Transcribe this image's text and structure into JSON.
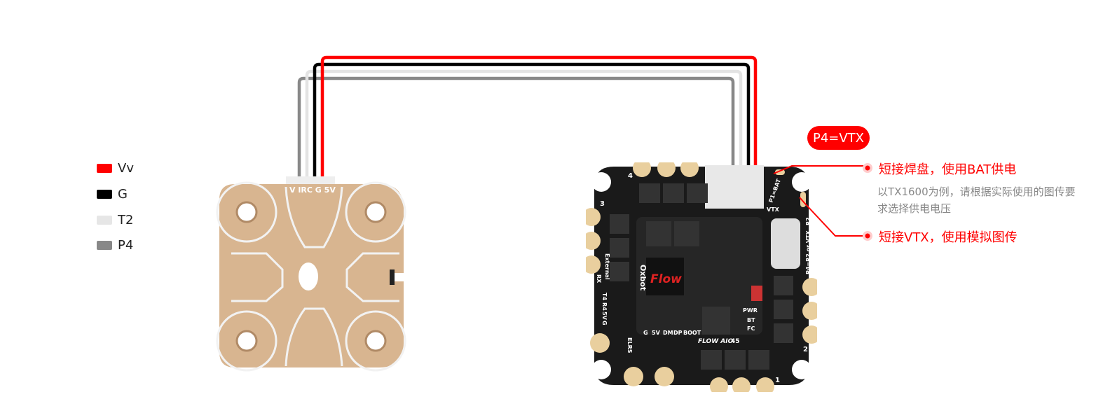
{
  "legend": [
    {
      "label": "Vv",
      "color": "#ff0000"
    },
    {
      "label": "G",
      "color": "#000000"
    },
    {
      "label": "T2",
      "color": "#e6e6e6"
    },
    {
      "label": "P4",
      "color": "#888888"
    }
  ],
  "vtx": {
    "connector_label": "V IRC G 5V"
  },
  "fc": {
    "brand": "Oxbot",
    "logo": "Flow",
    "model": "FLOW AIO",
    "model_badge": "45",
    "pad_labels": [
      "G",
      "5V",
      "DM",
      "DP",
      "BOOT"
    ],
    "side_labels": [
      "External",
      "RX",
      "T4",
      "R4",
      "5V",
      "G"
    ],
    "led_labels": [
      "PWR",
      "BT",
      "FC"
    ],
    "elrs": "ELRS",
    "p1": "P1=BAT",
    "vtx": "VTX",
    "r2": "R2",
    "p4": "P4=R2 or VTX",
    "motor_numbers": [
      "1",
      "2",
      "3",
      "4"
    ]
  },
  "badge": "P4=VTX",
  "callouts": {
    "bat": "短接焊盘，使用BAT供电",
    "note": "以TX1600为例，请根据实际使用的图传要求选择供电电压",
    "vtx": "短接VTX，使用模拟图传"
  },
  "colors": {
    "accent": "#ff0000",
    "gold": "#d8b48e",
    "board": "#1a1a1a"
  }
}
